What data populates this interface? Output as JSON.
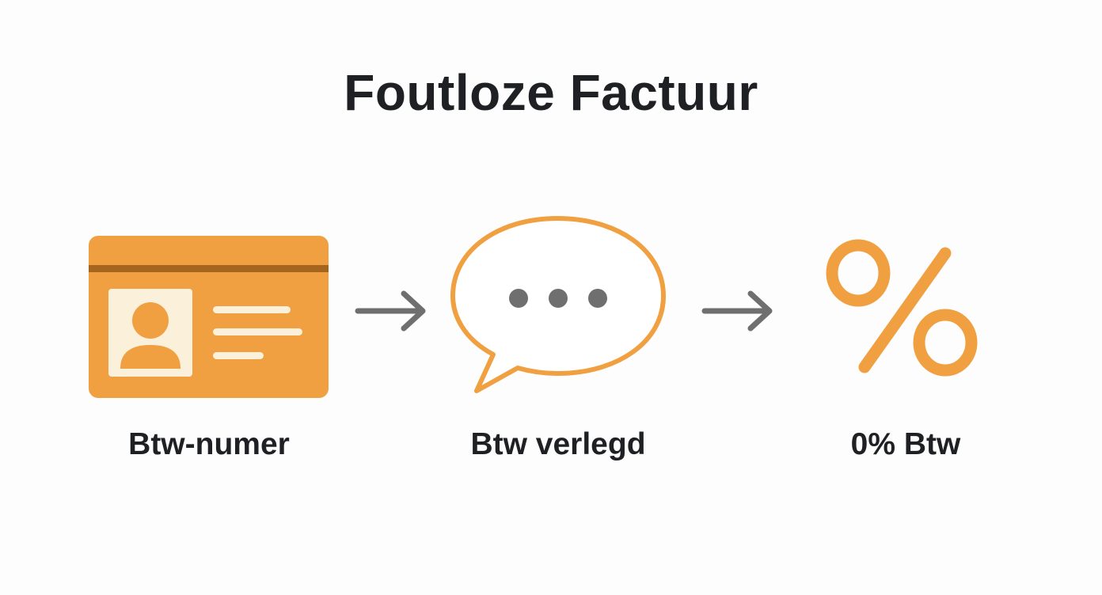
{
  "title": "Foutloze Factuur",
  "steps": [
    {
      "label": "Btw-numer",
      "icon": "id-card-icon"
    },
    {
      "label": "Btw verlegd",
      "icon": "speech-bubble-icon"
    },
    {
      "label": "0% Btw",
      "icon": "percent-icon"
    }
  ],
  "connector_icon": "arrow-right-icon",
  "colors": {
    "accent": "#F0A040",
    "accent_dark": "#A5651F",
    "card_light": "#FBF0DA",
    "arrow": "#6F6F6F",
    "text": "#1F2024"
  }
}
